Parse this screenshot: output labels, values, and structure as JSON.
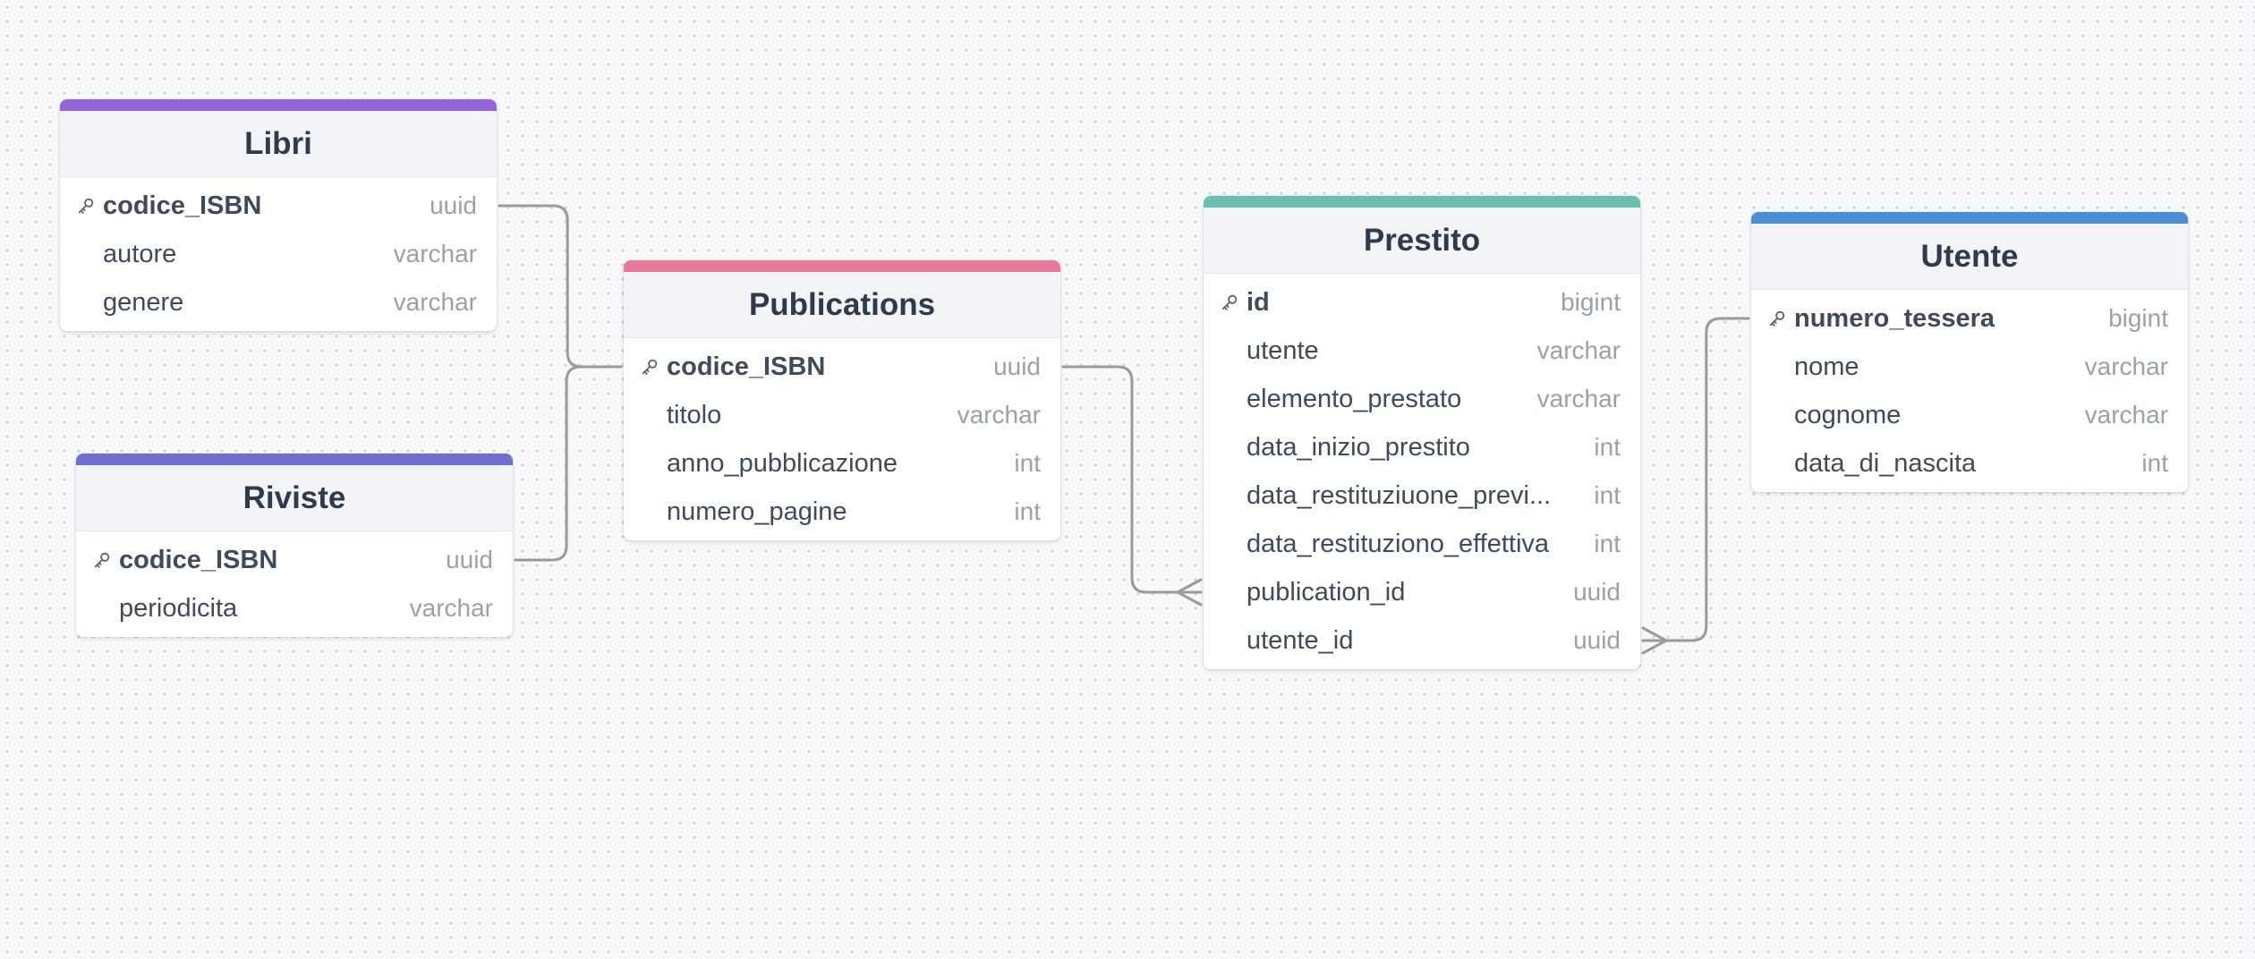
{
  "colors": {
    "libri": "#9367db",
    "publications": "#e8799b",
    "riviste": "#6d6fcf",
    "prestito": "#6cbdb2",
    "utente": "#4e8ed5",
    "connector": "#9a9a9a"
  },
  "tables": {
    "libri": {
      "title": "Libri",
      "columns": [
        {
          "name": "codice_ISBN",
          "type": "uuid",
          "pk": true
        },
        {
          "name": "autore",
          "type": "varchar",
          "pk": false
        },
        {
          "name": "genere",
          "type": "varchar",
          "pk": false
        }
      ]
    },
    "riviste": {
      "title": "Riviste",
      "columns": [
        {
          "name": "codice_ISBN",
          "type": "uuid",
          "pk": true
        },
        {
          "name": "periodicita",
          "type": "varchar",
          "pk": false
        }
      ]
    },
    "publications": {
      "title": "Publications",
      "columns": [
        {
          "name": "codice_ISBN",
          "type": "uuid",
          "pk": true
        },
        {
          "name": "titolo",
          "type": "varchar",
          "pk": false
        },
        {
          "name": "anno_pubblicazione",
          "type": "int",
          "pk": false
        },
        {
          "name": "numero_pagine",
          "type": "int",
          "pk": false
        }
      ]
    },
    "prestito": {
      "title": "Prestito",
      "columns": [
        {
          "name": "id",
          "type": "bigint",
          "pk": true
        },
        {
          "name": "utente",
          "type": "varchar",
          "pk": false
        },
        {
          "name": "elemento_prestato",
          "type": "varchar",
          "pk": false
        },
        {
          "name": "data_inizio_prestito",
          "type": "int",
          "pk": false
        },
        {
          "name": "data_restituziuone_previ...",
          "type": "int",
          "pk": false
        },
        {
          "name": "data_restituziono_effettiva",
          "type": "int",
          "pk": false
        },
        {
          "name": "publication_id",
          "type": "uuid",
          "pk": false
        },
        {
          "name": "utente_id",
          "type": "uuid",
          "pk": false
        }
      ]
    },
    "utente": {
      "title": "Utente",
      "columns": [
        {
          "name": "numero_tessera",
          "type": "bigint",
          "pk": true
        },
        {
          "name": "nome",
          "type": "varchar",
          "pk": false
        },
        {
          "name": "cognome",
          "type": "varchar",
          "pk": false
        },
        {
          "name": "data_di_nascita",
          "type": "int",
          "pk": false
        }
      ]
    }
  },
  "relations": [
    {
      "from_table": "libri",
      "from_column": "codice_ISBN",
      "to_table": "publications",
      "to_column": "codice_ISBN",
      "end": "one"
    },
    {
      "from_table": "riviste",
      "from_column": "codice_ISBN",
      "to_table": "publications",
      "to_column": "codice_ISBN",
      "end": "one"
    },
    {
      "from_table": "publications",
      "from_column": "codice_ISBN",
      "to_table": "prestito",
      "to_column": "publication_id",
      "end": "many"
    },
    {
      "from_table": "utente",
      "from_column": "numero_tessera",
      "to_table": "prestito",
      "to_column": "utente_id",
      "end": "many"
    }
  ]
}
